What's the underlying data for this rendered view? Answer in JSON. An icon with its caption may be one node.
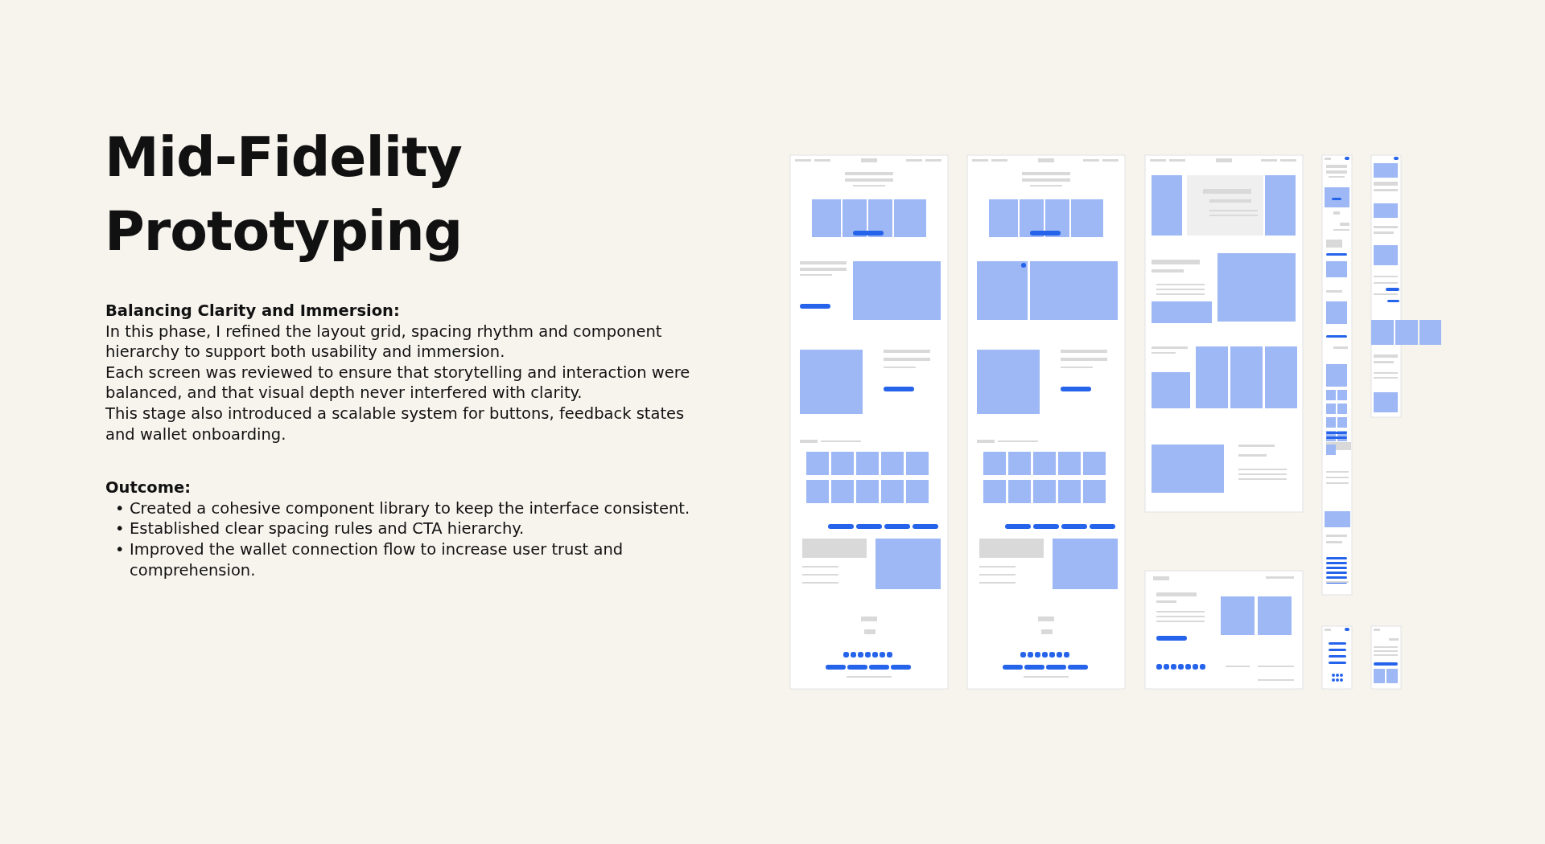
{
  "diagram": {
    "title": "Mid-Fidelity Prototyping",
    "labels": [
      "Balancing Clarity and Immersion:",
      "In this phase, I refined the layout grid, spacing rhythm and component hierarchy to support both usability and immersion.",
      "Each screen was reviewed to ensure that storytelling and interaction were balanced, and that visual depth never interfered with clarity.",
      "This stage also introduced a scalable system for buttons, feedback states and wallet onboarding.",
      "Outcome:",
      "•",
      "Created a cohesive component library to keep the interface consistent.",
      "•",
      "Established clear spacing rules and CTA hierarchy.",
      "•",
      "Improved the wallet connection flow to increase user trust and comprehension."
    ]
  }
}
